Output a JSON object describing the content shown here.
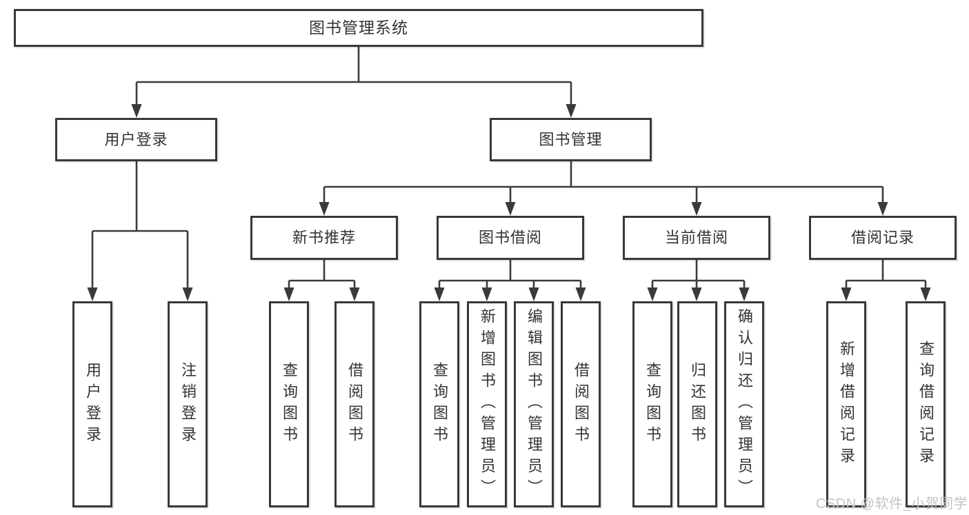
{
  "tree": {
    "label": "图书管理系统",
    "children": [
      {
        "label": "用户登录",
        "children": [
          {
            "label": "用户登录"
          },
          {
            "label": "注销登录"
          }
        ]
      },
      {
        "label": "图书管理",
        "children": [
          {
            "label": "新书推荐",
            "children": [
              {
                "label": "查询图书"
              },
              {
                "label": "借阅图书"
              }
            ]
          },
          {
            "label": "图书借阅",
            "children": [
              {
                "label": "查询图书"
              },
              {
                "label": "新增图书（管理员）"
              },
              {
                "label": "编辑图书（管理员）"
              },
              {
                "label": "借阅图书"
              }
            ]
          },
          {
            "label": "当前借阅",
            "children": [
              {
                "label": "查询图书"
              },
              {
                "label": "归还图书"
              },
              {
                "label": "确认归还（管理员）"
              }
            ]
          },
          {
            "label": "借阅记录",
            "children": [
              {
                "label": "新增借阅记录"
              },
              {
                "label": "查询借阅记录"
              }
            ]
          }
        ]
      }
    ]
  },
  "watermark": {
    "text": "CSDN @软件_小贺同学"
  },
  "colors": {
    "line": "#3a3a3a",
    "box_border": "#383838",
    "text": "#333333",
    "watermark": "#c4c4c4",
    "background": "#ffffff"
  }
}
